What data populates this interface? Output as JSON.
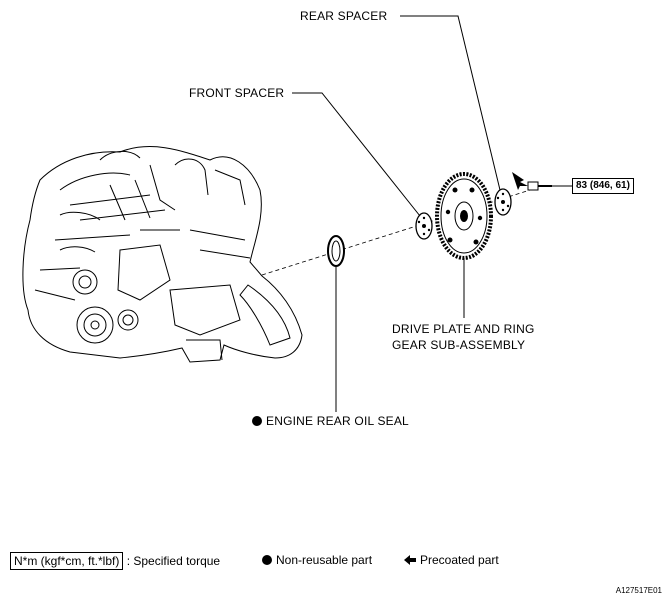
{
  "labels": {
    "rear_spacer": "REAR SPACER",
    "front_spacer": "FRONT SPACER",
    "drive_plate_line1": "DRIVE PLATE AND RING",
    "drive_plate_line2": "GEAR SUB-ASSEMBLY",
    "engine_rear_oil_seal": "ENGINE REAR OIL SEAL",
    "torque": "83 (846, 61)"
  },
  "legend": {
    "torque_unit": "N*m (kgf*cm, ft.*lbf)",
    "torque_desc": ": Specified torque",
    "non_reusable": "Non-reusable part",
    "precoated": "Precoated part"
  },
  "figure_id": "A127517E01",
  "icons": [
    "non-reusable-dot-icon",
    "precoated-arrow-icon"
  ]
}
